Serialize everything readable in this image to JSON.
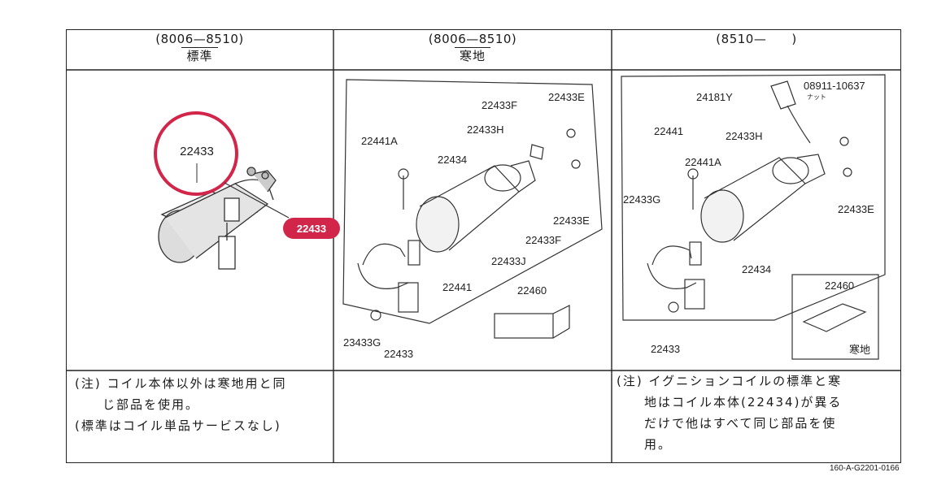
{
  "columns": [
    {
      "range": "(8006—8510)",
      "title": "標準"
    },
    {
      "range": "(8006—8510)",
      "title": "寒地"
    },
    {
      "range": "(8510—　　)",
      "title": ""
    }
  ],
  "highlight": {
    "circle_label": "22433",
    "badge_label": "22433",
    "accent_color": "#d1254a"
  },
  "labels_cold": [
    "22433F",
    "22433E",
    "22433H",
    "22441A",
    "22434",
    "22433E",
    "22433F",
    "22433J",
    "22441",
    "22460",
    "23433G",
    "22433"
  ],
  "labels_late": [
    "08911-10637",
    "ナット",
    "24181Y",
    "22441",
    "22433H",
    "22441A",
    "22433G",
    "22433E",
    "22434",
    "22460",
    "寒地",
    "22433"
  ],
  "notes": {
    "left": "(注) コイル本体以外は寒地用と同\n　　じ部品を使用。\n(標準はコイル単品サービスなし)",
    "right": "(注) イグニションコイルの標準と寒\n　　地はコイル本体(22434)が異る\n　　だけで他はすべて同じ部品を使\n　　用。"
  },
  "doc_code": "160-A-G2201-0166"
}
